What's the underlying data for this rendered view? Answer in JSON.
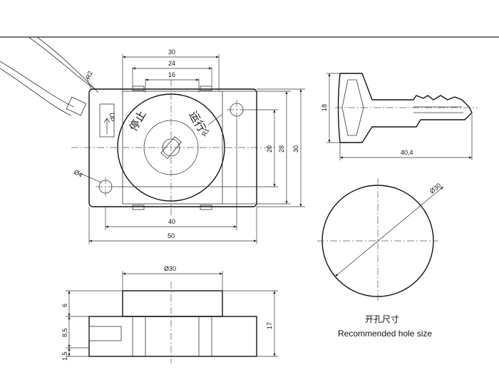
{
  "front_view": {
    "dims": {
      "w30": "30",
      "w24": "24",
      "w16": "16",
      "w40": "40",
      "w50": "50",
      "h20": "20",
      "h28": "28",
      "h30": "30",
      "r2": "R2",
      "r1": "R1",
      "d4": "Ø4"
    },
    "labels": {
      "stop": "停止",
      "run": "运行",
      "up": "UP"
    }
  },
  "key_view": {
    "dims": {
      "h18": "18",
      "w40_4": "40,4"
    }
  },
  "hole_view": {
    "dims": {
      "d30": "Ø30"
    },
    "caption_cn": "开孔尺寸",
    "caption_en": "Recommended hole size"
  },
  "side_view": {
    "dims": {
      "d30": "Ø30",
      "h6": "6",
      "h8_5": "8,5",
      "h1_5": "1,5",
      "h17": "17"
    }
  }
}
